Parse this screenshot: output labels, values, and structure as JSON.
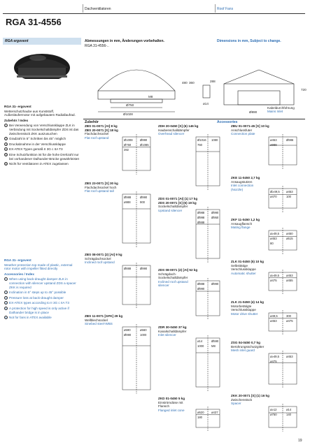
{
  "header": {
    "category_de": "Dachventilatoren",
    "category_en": "Roof Fans",
    "title": "RGA 31-4556"
  },
  "bar": {
    "model": "RGA ergovent",
    "dims_de": "Abmessungen in mm, Änderungen vorbehalten.",
    "dims_en": "Dimensions in mm, Subject to change.",
    "sub": "RGA 31-4556-.."
  },
  "main_drawing": {
    "d1": "Ø750",
    "d2": "Ø1028",
    "h1": "480",
    "h2": "360",
    "sq": "288",
    "l1": "M8",
    "e1": "ø14",
    "e2": "Ø890",
    "w1": "720",
    "cable_de": "Kabeldurchführung",
    "cable_en": "Mains Inlet"
  },
  "left_de": {
    "heading": "RGA 31- ergovent",
    "desc": "Wetterschutzhaube aus Kunststoff, Außenläufermotor mit aufgebautem Radiallaufrad.",
    "sub": "Zubehör / Index",
    "items": [
      {
        "n": "1",
        "text": "Bei Verwendung von Verschlussklappe ZLK in Verbindung mit Sockelschalldämpfer ZDS ist das Zwischenstück ZKK auszusuchen"
      },
      {
        "n": "2",
        "text": "Gradzahl in 5° Schritten bis 45° möglich"
      },
      {
        "n": "3",
        "text": "Druckabnahme in der Verschlussklappe"
      },
      {
        "n": "4",
        "text": "EX-ATEX Typen gemäß II 3G c IIA T3"
      },
      {
        "n": "5",
        "text": "Eine Schutzfunktion ist für die hohe Drehzahl nur bei vorhandener Dalhander-Brücke gewährleistet"
      },
      {
        "n": "6",
        "text": "Nicht für Ventilatoren in ATEX zugelassen"
      }
    ]
  },
  "left_en": {
    "heading": "RGA 31- ergovent",
    "desc": "Weather protection top made of plastic, external rotor motor with impeller fitted directly",
    "sub": "Accessories / Index",
    "items": [
      {
        "n": "1",
        "text": "When using back-draught damper ZLK in connection with silencer upstand ZDS a spacer ZKK is required"
      },
      {
        "n": "2",
        "text": "Inclination in 5° steps up to 45° possible"
      },
      {
        "n": "3",
        "text": "Pressure loss at back-draught damper"
      },
      {
        "n": "4",
        "text": "EX-ATEX types according to II 3G c IIA T3"
      },
      {
        "n": "5",
        "text": "A protection for high speed is only active if Dalhander bridge is in place"
      },
      {
        "n": "6",
        "text": "Not for fans in ATEX available"
      }
    ]
  },
  "accessories": {
    "header_de": "Zubehör",
    "header_en": "Accessories",
    "items": [
      {
        "code": "ZBS 01-0071 [AI]",
        "weight": "8 kg",
        "line2": "ZBS 20-0071 [S]",
        "w2": "18 kg",
        "de": "Flachdachsockel",
        "en": "Flat roof upstand",
        "dims": [
          "Ø1008",
          "Ø990",
          "Ø750",
          "Ø1085",
          "392"
        ]
      },
      {
        "code": "ZDH 20-0450 [S]",
        "weight": "146 kg",
        "tag": "6",
        "de": "Haubenschalldämpfer",
        "en": "Overhead silencer",
        "dims": [
          "Ø1016",
          "1080",
          "760"
        ]
      },
      {
        "code": "ZBU 01-0071-45 [S]",
        "weight": "10 kg",
        "de": "Anschlussfuter",
        "en": "Connection plate",
        "dims": [
          "ø453",
          "Ø986",
          "ø988"
        ]
      },
      {
        "code": "ZBS 23-0071 [S]",
        "weight": "30 kg",
        "de": "Flachdachsockel hoch",
        "en": "Flat roof upstand tall",
        "dims": [
          "Ø988",
          "Ø990",
          "ø988",
          "900"
        ]
      },
      {
        "code": "ZDS 01-0071 [AI]",
        "weight": "17 kg",
        "tag": "1",
        "line2": "ZDS 20-0071 [S]",
        "w2": "19 kg",
        "tag2": "6",
        "de": "Sockelschalldämpfer",
        "en": "Upstand silencer",
        "dims": [
          "Ø988",
          "Ø990",
          "Ø998",
          "Ø950",
          "Ø888"
        ]
      },
      {
        "code": "ZKE 11-0450",
        "weight": "2,7 kg",
        "de": "Ansaugstutzen",
        "en": "Inlet connection (Nozzle)",
        "dims": [
          "Ø≥49,5",
          "ø453",
          "ø470",
          "100"
        ]
      },
      {
        "code": "ZKF 11-0450",
        "weight": "1,2 kg",
        "de": "Ansaugflansch",
        "en": "Mating flange",
        "dims": [
          "ø≥49,5",
          "ø450",
          "ø453",
          "ø515",
          "80"
        ]
      },
      {
        "code": "ZBS 08-0071",
        "weight": "9 kg",
        "tag": "2",
        "tagnote": "[AI]",
        "de": "Schrägdachsockel",
        "en": "Inclined roof upstand",
        "dims": [
          "Ø888",
          "Ø990"
        ]
      },
      {
        "code": "ZDS 08-0071",
        "weight": "52 kg",
        "tag": "2",
        "tagnote": "[AI]",
        "de": "Schrägdach-Sockelschalldämpfer",
        "en": "Inclined roof upstand silencer",
        "dims": [
          "Ø888",
          "Ø990",
          "Ø990"
        ]
      },
      {
        "code": "ZLK 01-0450",
        "weight": "10 kg",
        "tag": "5",
        "de": "Selbsttätige Verschlussklappe",
        "en": "Automatic shutter",
        "dims": [
          "ø≥49,5",
          "ø453",
          "ø475",
          "ø455"
        ]
      },
      {
        "code": "ZLK 21-0450",
        "weight": "14 kg",
        "tag": "4",
        "tag2": "5",
        "de": "Motorbetätigte Verschlussklappe",
        "en": "Motor drive shutter",
        "dims": [
          "ø49,5",
          "300",
          "ø453",
          "ø475"
        ]
      },
      {
        "code": "ZBS 11-0071 [GFK]",
        "weight": "29 kg",
        "de": "Wellblechsockel",
        "en": "Sinebed steel-WBS",
        "dims": [
          "ø590",
          "ø560",
          "Ø990",
          "1000"
        ]
      },
      {
        "code": "ZDR 30-0450",
        "weight": "37 kg",
        "de": "Kanalschalldämpfer",
        "en": "Inlet silencer",
        "dims": [
          "ø14",
          "Ø590",
          "1000",
          "M8"
        ]
      },
      {
        "code": "ZSG 04-0450",
        "weight": "0,7 kg",
        "de": "Berührungsschutzgitter",
        "en": "Mesh inlet guard",
        "dims": [
          "ø≥49,5",
          "ø453",
          "ø475"
        ]
      },
      {
        "code": "ZKD 01-0450",
        "weight": "5 kg",
        "de": "Einströmdüse mit Flansch",
        "en": "Flanged inlet cone",
        "dims": [
          "ø520",
          "ø437",
          "180"
        ]
      },
      {
        "code": "ZKK 20-0071 [S]",
        "weight": "16 kg",
        "tag": "1",
        "de": "Zwischenstück",
        "en": "Spacer",
        "dims": [
          "ø≥12",
          "ø14",
          "ø750",
          "140"
        ]
      }
    ]
  },
  "page_number": "19"
}
